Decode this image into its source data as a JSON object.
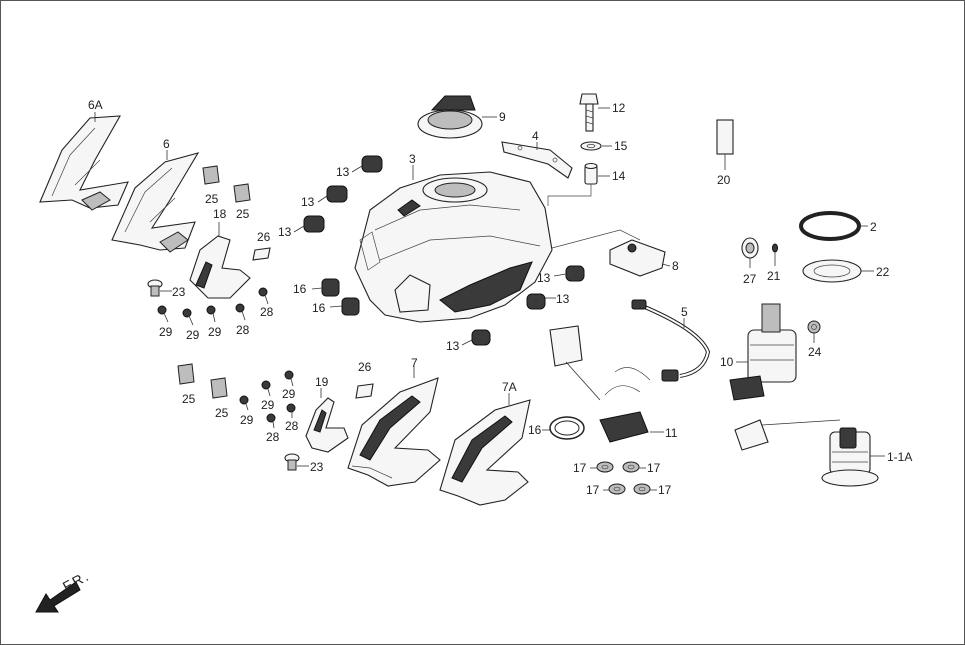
{
  "direction_label": "FR.",
  "labels": [
    {
      "id": "6A",
      "text": "6A"
    },
    {
      "id": "6",
      "text": "6"
    },
    {
      "id": "25a",
      "text": "25"
    },
    {
      "id": "25b",
      "text": "25"
    },
    {
      "id": "18",
      "text": "18"
    },
    {
      "id": "26a",
      "text": "26"
    },
    {
      "id": "23a",
      "text": "23"
    },
    {
      "id": "29a",
      "text": "29"
    },
    {
      "id": "29b",
      "text": "29"
    },
    {
      "id": "29c",
      "text": "29"
    },
    {
      "id": "28a",
      "text": "28"
    },
    {
      "id": "28b",
      "text": "28"
    },
    {
      "id": "13a",
      "text": "13"
    },
    {
      "id": "13b",
      "text": "13"
    },
    {
      "id": "13c",
      "text": "13"
    },
    {
      "id": "13d",
      "text": "13"
    },
    {
      "id": "13e",
      "text": "13"
    },
    {
      "id": "13f",
      "text": "13"
    },
    {
      "id": "3",
      "text": "3"
    },
    {
      "id": "9",
      "text": "9"
    },
    {
      "id": "4",
      "text": "4"
    },
    {
      "id": "12",
      "text": "12"
    },
    {
      "id": "15",
      "text": "15"
    },
    {
      "id": "14",
      "text": "14"
    },
    {
      "id": "20",
      "text": "20"
    },
    {
      "id": "2",
      "text": "2"
    },
    {
      "id": "8",
      "text": "8"
    },
    {
      "id": "27",
      "text": "27"
    },
    {
      "id": "21",
      "text": "21"
    },
    {
      "id": "22",
      "text": "22"
    },
    {
      "id": "16a",
      "text": "16"
    },
    {
      "id": "16b",
      "text": "16"
    },
    {
      "id": "5",
      "text": "5"
    },
    {
      "id": "24",
      "text": "24"
    },
    {
      "id": "10",
      "text": "10"
    },
    {
      "id": "25c",
      "text": "25"
    },
    {
      "id": "25d",
      "text": "25"
    },
    {
      "id": "29d",
      "text": "29"
    },
    {
      "id": "29e",
      "text": "29"
    },
    {
      "id": "29f",
      "text": "29"
    },
    {
      "id": "28c",
      "text": "28"
    },
    {
      "id": "28d",
      "text": "28"
    },
    {
      "id": "19",
      "text": "19"
    },
    {
      "id": "26b",
      "text": "26"
    },
    {
      "id": "7",
      "text": "7"
    },
    {
      "id": "7A",
      "text": "7A"
    },
    {
      "id": "23b",
      "text": "23"
    },
    {
      "id": "16c",
      "text": "16"
    },
    {
      "id": "11",
      "text": "11"
    },
    {
      "id": "17a",
      "text": "17"
    },
    {
      "id": "17b",
      "text": "17"
    },
    {
      "id": "17c",
      "text": "17"
    },
    {
      "id": "17d",
      "text": "17"
    },
    {
      "id": "1-1A",
      "text": "1-1A"
    }
  ]
}
